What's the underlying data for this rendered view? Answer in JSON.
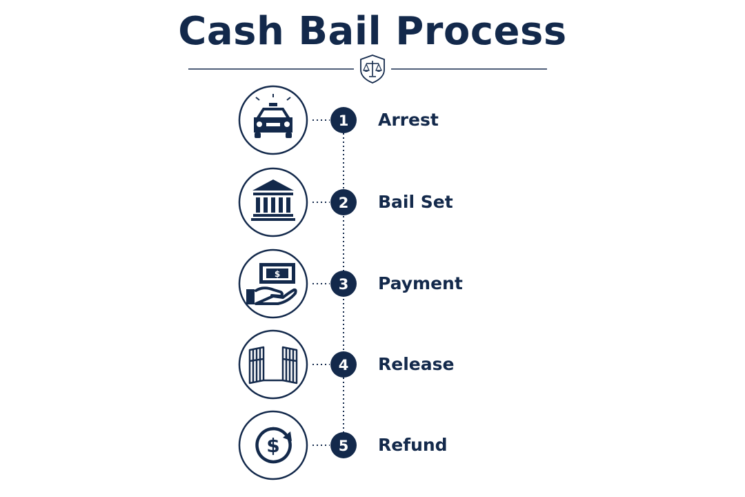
{
  "title": "Cash Bail Process",
  "colors": {
    "primary": "#13294b",
    "background": "#ffffff"
  },
  "steps": [
    {
      "number": "1",
      "label": "Arrest",
      "icon": "police-car-icon"
    },
    {
      "number": "2",
      "label": "Bail Set",
      "icon": "courthouse-icon"
    },
    {
      "number": "3",
      "label": "Payment",
      "icon": "hand-cash-icon"
    },
    {
      "number": "4",
      "label": "Release",
      "icon": "open-jail-door-icon"
    },
    {
      "number": "5",
      "label": "Refund",
      "icon": "dollar-refund-icon"
    }
  ]
}
